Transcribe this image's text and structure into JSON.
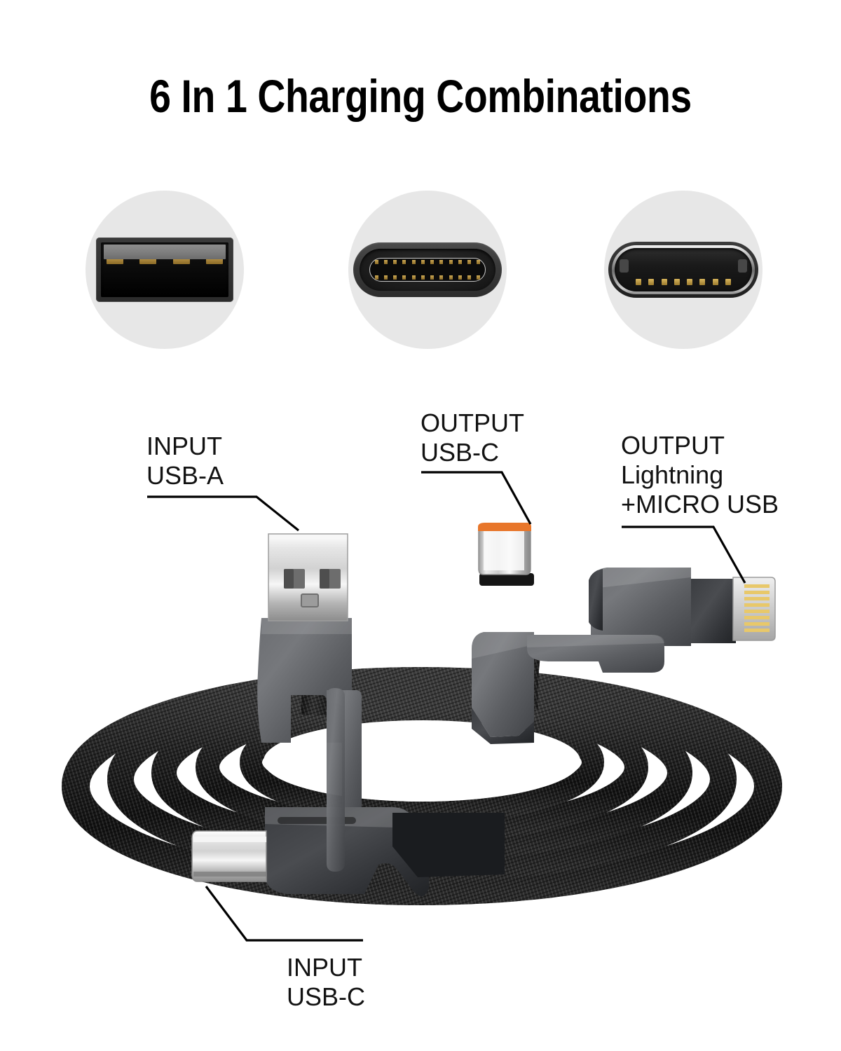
{
  "page": {
    "title": "6 In 1 Charging Combinations",
    "background_color": "#ffffff",
    "text_color": "#121212"
  },
  "port_row": {
    "circle_background": "#e7e7e7",
    "ports": [
      {
        "id": "usb-a",
        "name": "USB-A port",
        "pin_count": 4,
        "housing_color": "#333333",
        "contact_color": "#9b7a2e"
      },
      {
        "id": "usb-c",
        "name": "USB-C port",
        "pin_count": 12,
        "housing_color": "#3b3b3b",
        "contact_color": "#cda954"
      },
      {
        "id": "lightning",
        "name": "Lightning port",
        "pin_count": 8,
        "housing_color": "#2c2c2c",
        "contact_color": "#d8b55c"
      }
    ]
  },
  "callouts": {
    "usb_a_input": "INPUT\nUSB-A",
    "usb_c_output": "OUTPUT\nUSB-C",
    "lightning_output": "OUTPUT\nLightning\n+MICRO USB",
    "usb_c_input": "INPUT\nUSB-C"
  },
  "product": {
    "cable_color": "#1b1b1b",
    "cable_material": "braided nylon",
    "connector_shell_color": "#5a5c60",
    "usb_c_tip_accent": "#e8762a",
    "lightning_contact_color": "#e8c86a",
    "chrome_color": "#e3e3e3",
    "coil_loops": 5
  }
}
